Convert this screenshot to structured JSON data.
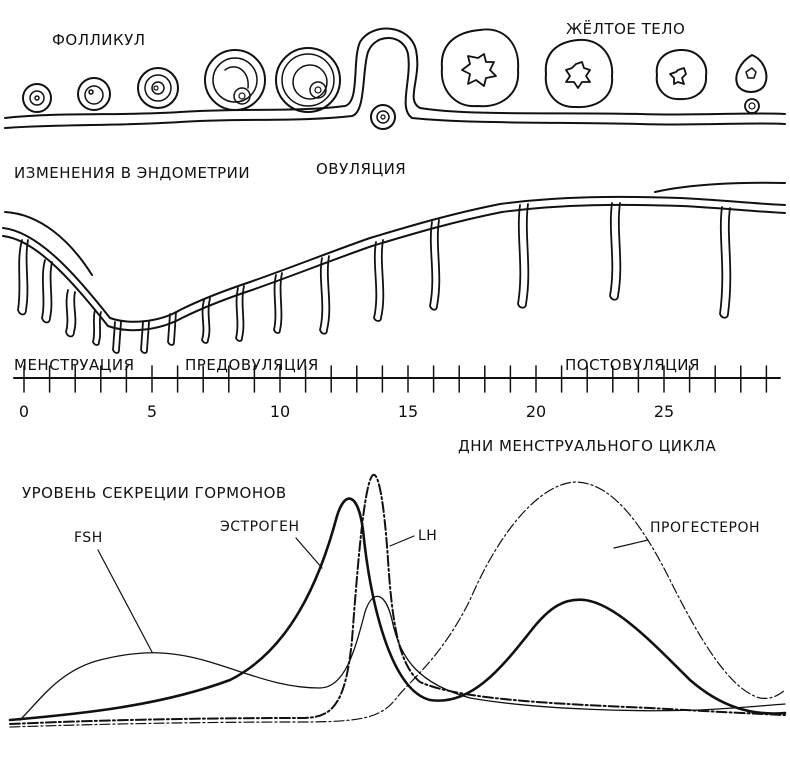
{
  "labels": {
    "follicle": "ФОЛЛИКУЛ",
    "corpus_luteum": "ЖЁЛТОЕ ТЕЛО",
    "endometrium_changes": "ИЗМЕНЕНИЯ В ЭНДОМЕТРИИ",
    "ovulation": "ОВУЛЯЦИЯ",
    "menstruation": "МЕНСТРУАЦИЯ",
    "preovulation": "ПРЕДОВУЛЯЦИЯ",
    "postovulation": "ПОСТОВУЛЯЦИЯ",
    "axis_title": "ДНИ МЕНСТРУАЛЬНОГО ЦИКЛА",
    "hormone_level": "УРОВЕНЬ СЕКРЕЦИИ ГОРМОНОВ"
  },
  "axis": {
    "tick_labels": [
      "0",
      "5",
      "10",
      "15",
      "20",
      "25"
    ],
    "max_day": 29
  },
  "hormones": [
    {
      "name": "FSH",
      "style": "thin"
    },
    {
      "name": "ЭСТРОГЕН",
      "style": "thick"
    },
    {
      "name": "LH",
      "style": "dash-dot"
    },
    {
      "name": "ПРОГЕСТЕРОН",
      "style": "thin dash-dot"
    }
  ],
  "colors": {
    "ink": "#111111",
    "background": "#ffffff"
  }
}
